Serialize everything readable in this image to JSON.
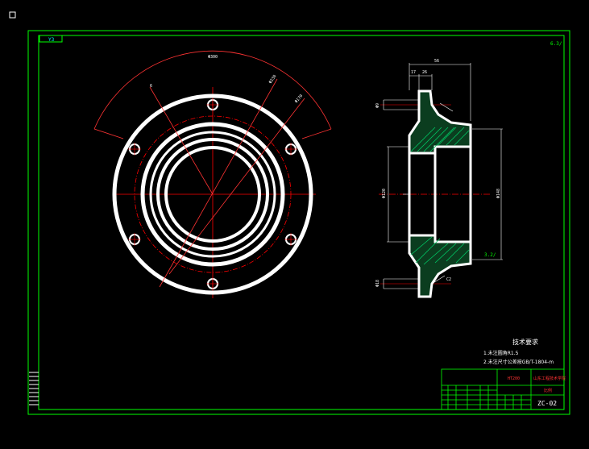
{
  "colors": {
    "background": "#000000",
    "frame": "#00ff00",
    "part": "#ffffff",
    "centerline": "#ff0000",
    "dimension": "#ffffff",
    "hatch": "#00cc66",
    "title_block": "#00ff00",
    "title_red": "#ff3333",
    "title_text": "#ffffff",
    "cyan_text": "#00ffff"
  },
  "drawing": {
    "sheet_tag": "Y3",
    "drawing_number": "ZC-02",
    "material": "HT200",
    "roughness_top_right": "6.3/",
    "roughness_section": "3.2/",
    "tech_title": "技术要求",
    "tech_note_1": "1.未注圆角R1.5",
    "tech_note_2": "2.未注尺寸公差按GB/T-1804-m",
    "part_name": "山东工程技术学院",
    "scale_label": "比例",
    "dims": {
      "front_arc": "Φ300",
      "front_diag_1": "Φ230",
      "front_diag_2": "Φ170",
      "front_small": "6",
      "side_top_total": "56",
      "side_top_a": "17",
      "side_top_b": "26",
      "side_left_tall": "Φ120",
      "side_right": "Φ148",
      "side_small_1": "Φ9",
      "side_small_2": "Φ18",
      "side_chamfer": "C2"
    }
  }
}
